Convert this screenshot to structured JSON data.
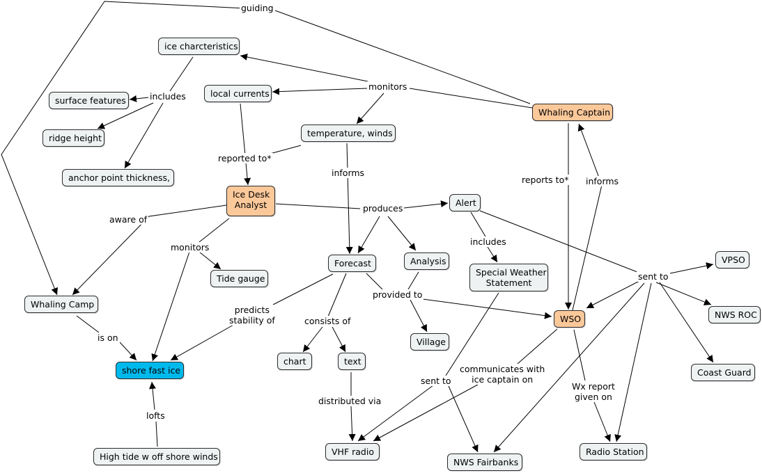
{
  "nodes": {
    "ice_char": "ice charcteristics",
    "local_currents": "local currents",
    "surface_features": "surface features",
    "ridge_height": "ridge height",
    "anchor_point": "anchor point thickness,",
    "temp_winds": "temperature, winds",
    "whaling_captain": "Whaling Captain",
    "ice_desk_analyst": [
      "Ice Desk",
      "Analyst"
    ],
    "alert": "Alert",
    "forecast": "Forecast",
    "analysis": "Analysis",
    "tide_gauge": "Tide gauge",
    "whaling_camp": "Whaling Camp",
    "shore_fast_ice": "shore fast ice",
    "special_weather": [
      "Special Weather",
      "Statement"
    ],
    "wso": "WSO",
    "vpso": "VPSO",
    "nws_roc": "NWS ROC",
    "coast_guard": "Coast Guard",
    "village": "Village",
    "chart": "chart",
    "text": "text",
    "vhf_radio": "VHF radio",
    "nws_fairbanks": "NWS Fairbanks",
    "radio_station": "Radio Station",
    "high_tide": "High tide w off shore winds"
  },
  "links": {
    "guiding": "guiding",
    "monitors_top": "monitors",
    "includes_ice": "includes",
    "reported_to": "reported to*",
    "informs_temp": "informs",
    "reports_to": "reports to*",
    "informs_wso": "informs",
    "produces": "produces",
    "aware_of": "aware of",
    "monitors_analyst": "monitors",
    "includes_alert": "includes",
    "sent_to_alert": "sent to",
    "predicts": [
      "predicts",
      "stability of"
    ],
    "provided_to": "provided to",
    "consists_of": "consists of",
    "is_on": "is on",
    "communicates": [
      "communicates with",
      "ice captain on"
    ],
    "wx_report": [
      "Wx report",
      "given on"
    ],
    "sent_to_sws": "sent to",
    "distributed_via": "distributed via",
    "lofts": "lofts"
  },
  "colors": {
    "node_fill": "#eef2f3",
    "highlight_fill": "#fbc89a",
    "target_fill": "#00b9ec",
    "line": "#000000"
  }
}
